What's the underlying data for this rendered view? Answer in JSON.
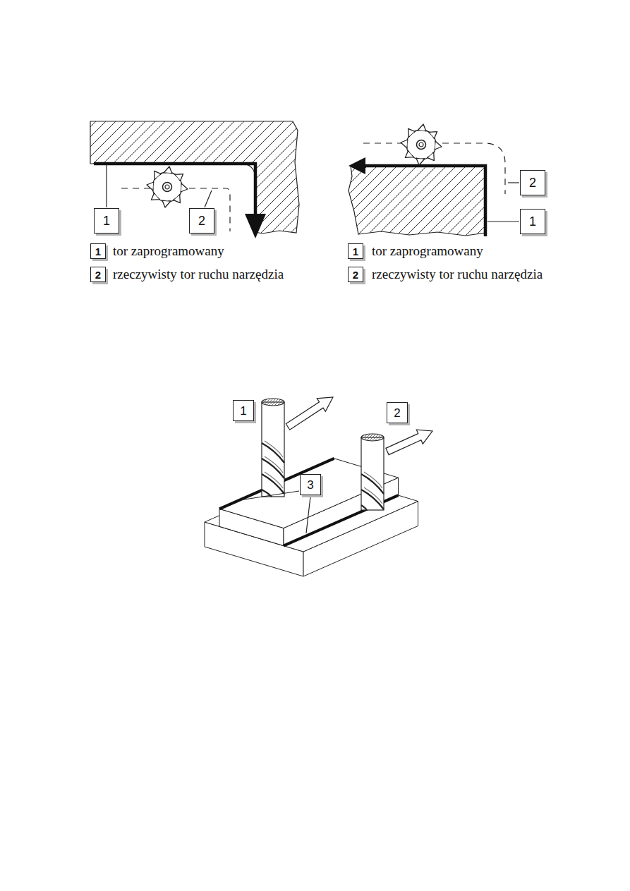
{
  "diagram": {
    "labels": [
      "1",
      "2",
      "1",
      "2",
      "2",
      "1",
      "1",
      "2",
      "1",
      "2",
      "3"
    ],
    "legend": [
      {
        "text": "tor zaprogramowany"
      },
      {
        "text": "rzeczywisty tor ruchu narzędzia"
      },
      {
        "text": "tor zaprogramowany"
      },
      {
        "text": "rzeczywisty tor ruchu narzędzia"
      }
    ]
  }
}
